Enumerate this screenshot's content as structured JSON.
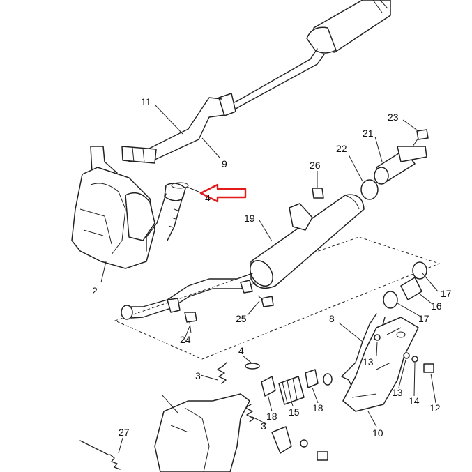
{
  "labels": {
    "l11": "11",
    "l9": "9",
    "l23": "23",
    "l21": "21",
    "l22": "22",
    "l26": "26",
    "l4a": "4",
    "l19": "19",
    "l2": "2",
    "l17a": "17",
    "l16": "16",
    "l17b": "17",
    "l25": "25",
    "l24": "24",
    "l8": "8",
    "l13a": "13",
    "l13b": "13",
    "l14": "14",
    "l12": "12",
    "l4b": "4",
    "l3a": "3",
    "l18a": "18",
    "l15": "15",
    "l18b": "18",
    "l3b": "3",
    "l10": "10",
    "l27": "27"
  },
  "highlight": {
    "color": "#e31b1b",
    "target": "4"
  }
}
